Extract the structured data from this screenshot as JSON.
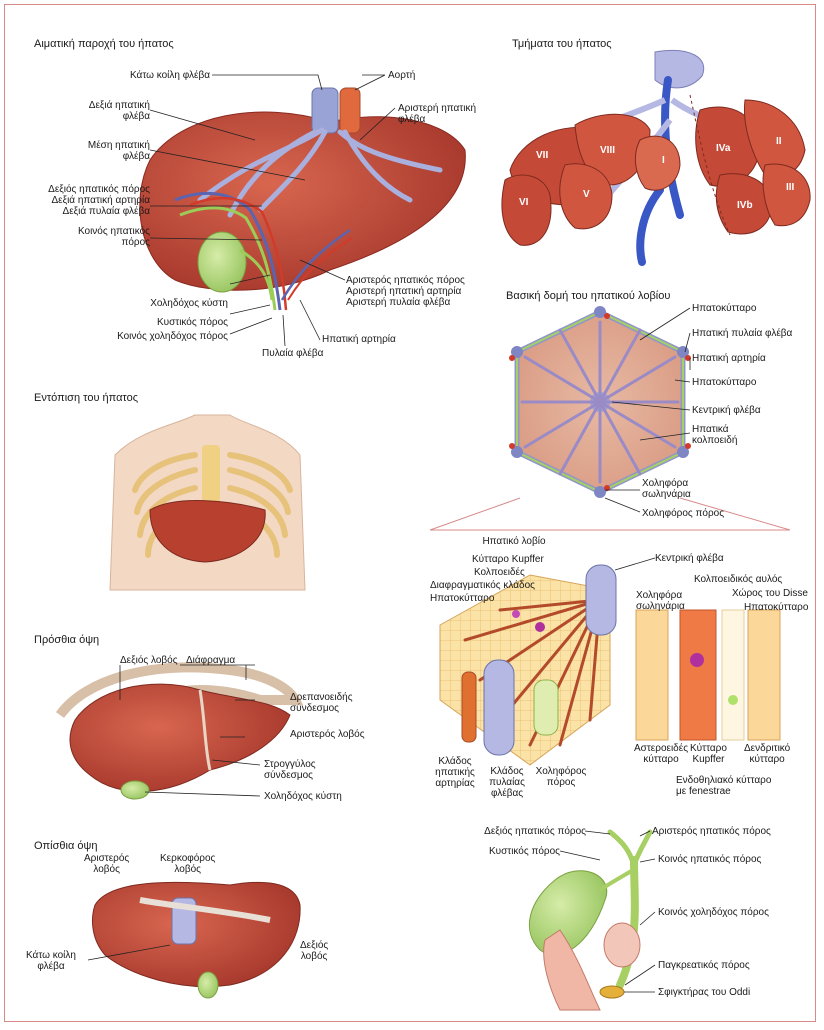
{
  "colors": {
    "liver": "#b8402f",
    "liver_light": "#d8664f",
    "vein_blue": "#9aa3d6",
    "artery_red": "#d23a2a",
    "bile_green": "#a7cf63",
    "border": "#d88a8a"
  },
  "sections": {
    "blood_supply": "Αιματική παροχή του ήπατος",
    "segments": "Τμήματα του ήπατος",
    "lobule_structure": "Βασική δομή του ηπατικού λοβίου",
    "location": "Εντόπιση του ήπατος",
    "anterior": "Πρόσθια όψη",
    "posterior": "Οπίσθια όψη"
  },
  "blood_labels": {
    "ivc": "Κάτω κοίλη φλέβα",
    "aorta": "Αορτή",
    "right_hep_vein": [
      "Δεξιά ηπατική",
      "φλέβα"
    ],
    "left_hep_vein": [
      "Αριστερή ηπατική",
      "φλέβα"
    ],
    "middle_hep_vein": [
      "Μέση ηπατική",
      "φλέβα"
    ],
    "right_ducts": [
      "Δεξιός ηπατικός πόρος",
      "Δεξιά ηπατική αρτηρία",
      "Δεξιά πυλαία φλέβα"
    ],
    "common_hep_duct": [
      "Κοινός ηπατικός",
      "πόρος"
    ],
    "left_ducts": [
      "Αριστερός ηπατικός πόρος",
      "Αριστερή ηπατική αρτηρία",
      "Αριστερή πυλαία φλέβα"
    ],
    "gallbladder": "Χοληδόχος κύστη",
    "cystic_duct": "Κυστικός πόρος",
    "common_bile_duct": "Κοινός χοληδόχος πόρος",
    "hepatic_artery": "Ηπατική αρτηρία",
    "portal_vein": "Πυλαία φλέβα"
  },
  "segments_labels": [
    "VII",
    "VIII",
    "IVa",
    "II",
    "I",
    "VI",
    "V",
    "IVb",
    "III"
  ],
  "lobule_labels": {
    "hepatocyte1": "Ηπατοκύτταρο",
    "portal_vein": "Ηπατική πυλαία φλέβα",
    "hep_artery": "Ηπατική αρτηρία",
    "hepatocyte2": "Ηπατοκύτταρο",
    "central_vein": "Κεντρική φλέβα",
    "sinusoids": [
      "Ηπατικά",
      "κολποειδή"
    ],
    "canaliculi": [
      "Χοληφόρα",
      "σωληνάρια"
    ],
    "bile_duct": "Χοληφόρος πόρος"
  },
  "detail_labels": {
    "lobule": "Ηπατικό λοβίο",
    "kupffer": "Κύτταρο Kupffer",
    "sinusoid": "Κολποειδές",
    "septal": "Διαφραγματικός κλάδος",
    "hepatocyte": "Ηπατοκύτταρο",
    "central_vein": "Κεντρική φλέβα",
    "canaliculi": [
      "Χοληφόρα",
      "σωληνάρια"
    ],
    "sinusoid_lumen": "Κολποειδικός αυλός",
    "disse": "Χώρος του Disse",
    "hepatocyte_r": "Ηπατοκύτταρο",
    "stellate": [
      "Αστεροειδές",
      "κύτταρο"
    ],
    "kupffer2": [
      "Κύτταρο",
      "Kupffer"
    ],
    "dendritic": [
      "Δενδριτικό",
      "κύτταρο"
    ],
    "endothelial": [
      "Ενδοθηλιακό κύτταρο",
      "με fenestrae"
    ],
    "artery_branch": [
      "Κλάδος",
      "ηπατικής",
      "αρτηρίας"
    ],
    "portal_branch": [
      "Κλάδος",
      "πυλαίας",
      "φλέβας"
    ],
    "bile_duct": [
      "Χοληφόρος",
      "πόρος"
    ]
  },
  "anterior_labels": {
    "right_lobe": "Δεξιός λοβός",
    "diaphragm": "Διάφραγμα",
    "falciform": [
      "Δρεπανοειδής",
      "σύνδεσμος"
    ],
    "left_lobe": "Αριστερός λοβός",
    "round_lig": [
      "Στρογγύλος",
      "σύνδεσμος"
    ],
    "gallbladder": "Χοληδόχος κύστη"
  },
  "posterior_labels": {
    "left_lobe": [
      "Αριστερός",
      "λοβός"
    ],
    "caudate": [
      "Κερκοφόρος",
      "λοβός"
    ],
    "ivc": [
      "Κάτω κοίλη",
      "φλέβα"
    ],
    "right_lobe": [
      "Δεξιός",
      "λοβός"
    ]
  },
  "biliary_labels": {
    "right_duct": "Δεξιός ηπατικός πόρος",
    "left_duct": "Αριστερός ηπατικός πόρος",
    "cystic": "Κυστικός πόρος",
    "common_hepatic": "Κοινός ηπατικός πόρος",
    "common_bile": "Κοινός χοληδόχος πόρος",
    "pancreatic": "Παγκρεατικός πόρος",
    "oddi": "Σφιγκτήρας του Oddi"
  }
}
